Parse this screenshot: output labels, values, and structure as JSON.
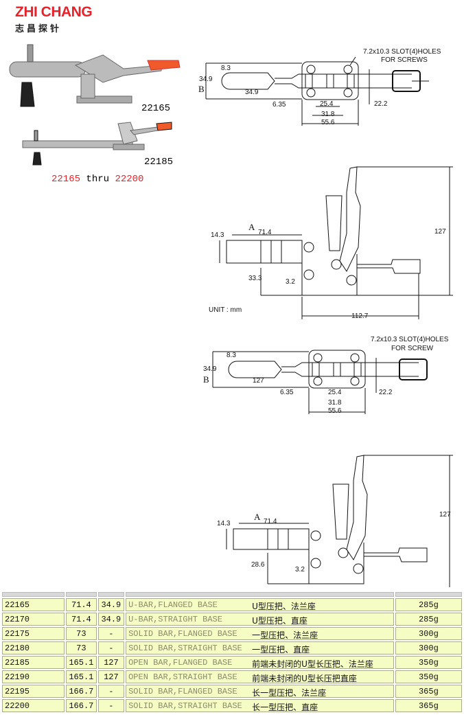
{
  "logo": {
    "en": "ZHI CHANG",
    "cn": "志昌探针"
  },
  "photos": {
    "label1": "22165",
    "label2": "22185",
    "range_from": "22165",
    "range_word": "thru",
    "range_to": "22200"
  },
  "drawing1": {
    "slot": "7.2x10.3 SLOT(4)HOLES",
    "slot2": "FOR SCREWS",
    "d1": "8.3",
    "d2": "34.9",
    "b": "B",
    "d3": "34.9",
    "d4": "6.35",
    "d5": "25.4",
    "d6": "22.2",
    "d7": "31.8",
    "d8": "55.6"
  },
  "drawing2": {
    "h": "127",
    "d1": "14.3",
    "a": "A",
    "d2": "71.4",
    "d3": "33.3",
    "d4": "3.2",
    "unit": "UNIT : mm",
    "d5": "112.7"
  },
  "drawing3": {
    "slot": "7.2x10.3 SLOT(4)HOLES",
    "slot2": "FOR SCREW",
    "d1": "8.3",
    "d2": "34.9",
    "b": "B",
    "d3": "127",
    "d4": "6.35",
    "d5": "25.4",
    "d6": "22.2",
    "d7": "31.8",
    "d8": "55.6"
  },
  "drawing4": {
    "h": "127",
    "d1": "14.3",
    "a": "A",
    "d2": "71.4",
    "d3": "28.6",
    "d4": "3.2"
  },
  "table": {
    "rows": [
      {
        "model": "22165",
        "a": "71.4",
        "b": "34.9",
        "en": "U-BAR,FLANGED BASE",
        "cn": "U型压把、法兰座",
        "weight": "285g"
      },
      {
        "model": "22170",
        "a": "71.4",
        "b": "34.9",
        "en": "U-BAR,STRAIGHT BASE",
        "cn": "U型压把、直座",
        "weight": "285g"
      },
      {
        "model": "22175",
        "a": "73",
        "b": "-",
        "en": "SOLID BAR,FLANGED BASE",
        "cn": "一型压把、法兰座",
        "weight": "300g"
      },
      {
        "model": "22180",
        "a": "73",
        "b": "-",
        "en": "SOLID BAR,STRAIGHT BASE",
        "cn": "一型压把、直座",
        "weight": "300g"
      },
      {
        "model": "22185",
        "a": "165.1",
        "b": "127",
        "en": "OPEN BAR,FLANGED BASE",
        "cn": "前端未封闭的U型长压把、法兰座",
        "weight": "350g"
      },
      {
        "model": "22190",
        "a": "165.1",
        "b": "127",
        "en": "OPEN BAR,STRAIGHT BASE",
        "cn": "前端未封闭的U型长压把直座",
        "weight": "350g"
      },
      {
        "model": "22195",
        "a": "166.7",
        "b": "-",
        "en": "SOLID BAR,FLANGED BASE",
        "cn": "长一型压把、法兰座",
        "weight": "365g"
      },
      {
        "model": "22200",
        "a": "166.7",
        "b": "-",
        "en": "SOLID BAR,STRAIGHT BASE",
        "cn": "长一型压把、直座",
        "weight": "365g"
      }
    ]
  },
  "colors": {
    "brand": "#e8222a",
    "table_bg": "#f5fcc4"
  }
}
